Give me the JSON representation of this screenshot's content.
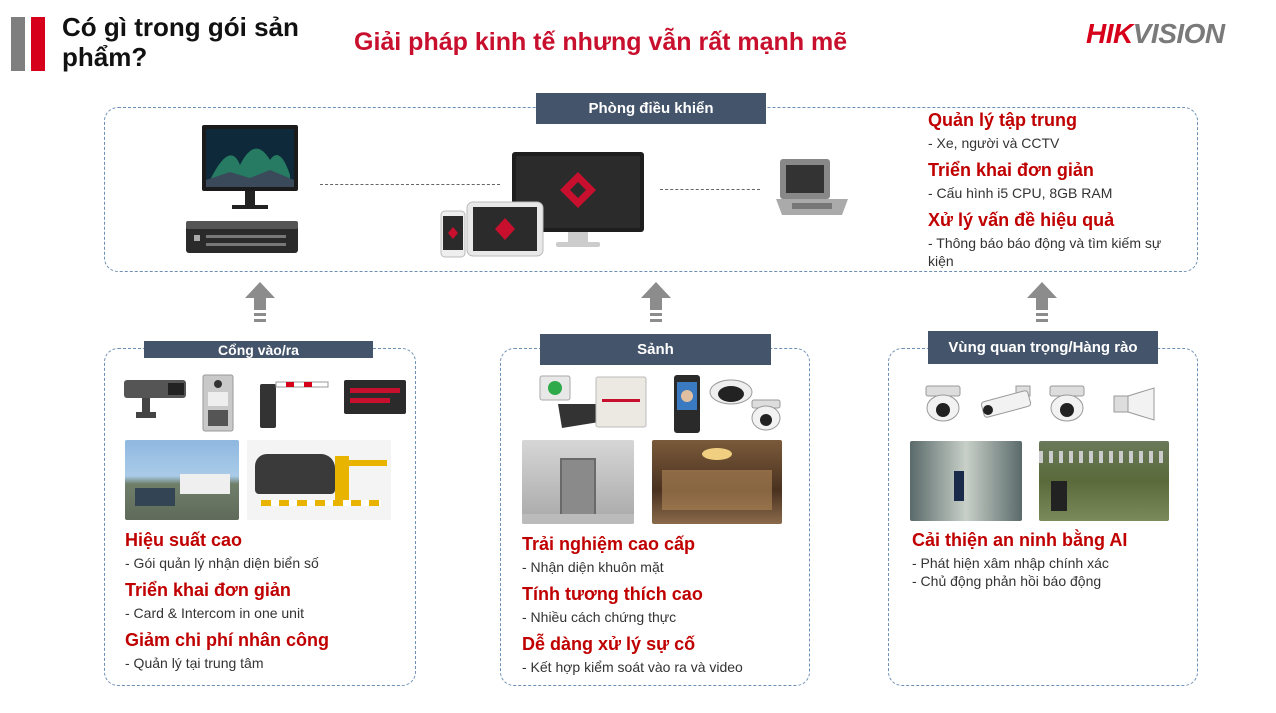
{
  "header": {
    "title": "Có gì trong gói sản phẩm?",
    "subtitle": "Giải pháp kinh tế nhưng vẫn rất mạnh mẽ",
    "logo": {
      "part1": "HIK",
      "part2": "VISION"
    }
  },
  "colors": {
    "accent_red": "#d7001b",
    "label_bar": "#44546a",
    "feature_red": "#c00000",
    "dash_blue": "#6e8fb4"
  },
  "control_room": {
    "label": "Phòng điều khiển",
    "features": [
      {
        "title": "Quản lý tập trung",
        "desc": "- Xe, người và CCTV"
      },
      {
        "title": "Triển khai đơn giản",
        "desc": "- Cấu hình i5 CPU, 8GB RAM"
      },
      {
        "title": "Xử lý vấn đề hiệu quả",
        "desc": "- Thông báo báo động và tìm kiếm sự kiện"
      }
    ]
  },
  "entrance": {
    "label": "Cổng vào/ra",
    "features": [
      {
        "title": "Hiệu suất cao",
        "desc": "- Gói quản lý nhận diện biển số"
      },
      {
        "title": "Triển khai đơn giản",
        "desc": "- Card & Intercom in one unit"
      },
      {
        "title": "Giảm chi phí nhân công",
        "desc": "- Quản lý tại trung tâm"
      }
    ]
  },
  "lobby": {
    "label": "Sảnh",
    "features": [
      {
        "title": "Trải nghiệm cao cấp",
        "desc": "- Nhận diện khuôn mặt"
      },
      {
        "title": "Tính tương thích cao",
        "desc": "- Nhiều cách chứng thực"
      },
      {
        "title": "Dễ dàng xử lý sự cố",
        "desc": "- Kết hợp kiểm soát vào ra và video"
      }
    ]
  },
  "perimeter": {
    "label": "Vùng quan trọng/Hàng rào",
    "features": [
      {
        "title": "Cải thiện an ninh bằng AI",
        "desc": "- Phát hiện xâm nhập chính xác"
      },
      {
        "title": "",
        "desc": "- Chủ động phản hồi báo động"
      }
    ]
  },
  "icons": [
    "monitor-icon",
    "nvr-icon",
    "workstation-icon",
    "tablet-icon",
    "phone-icon",
    "control-keyboard-icon",
    "up-arrow-icon",
    "anpr-camera-icon",
    "intercom-icon",
    "barrier-gate-icon",
    "led-display-icon",
    "exit-button-icon",
    "access-controller-icon",
    "face-terminal-icon",
    "fisheye-camera-icon",
    "dome-camera-icon",
    "bullet-camera-icon",
    "speaker-icon"
  ]
}
